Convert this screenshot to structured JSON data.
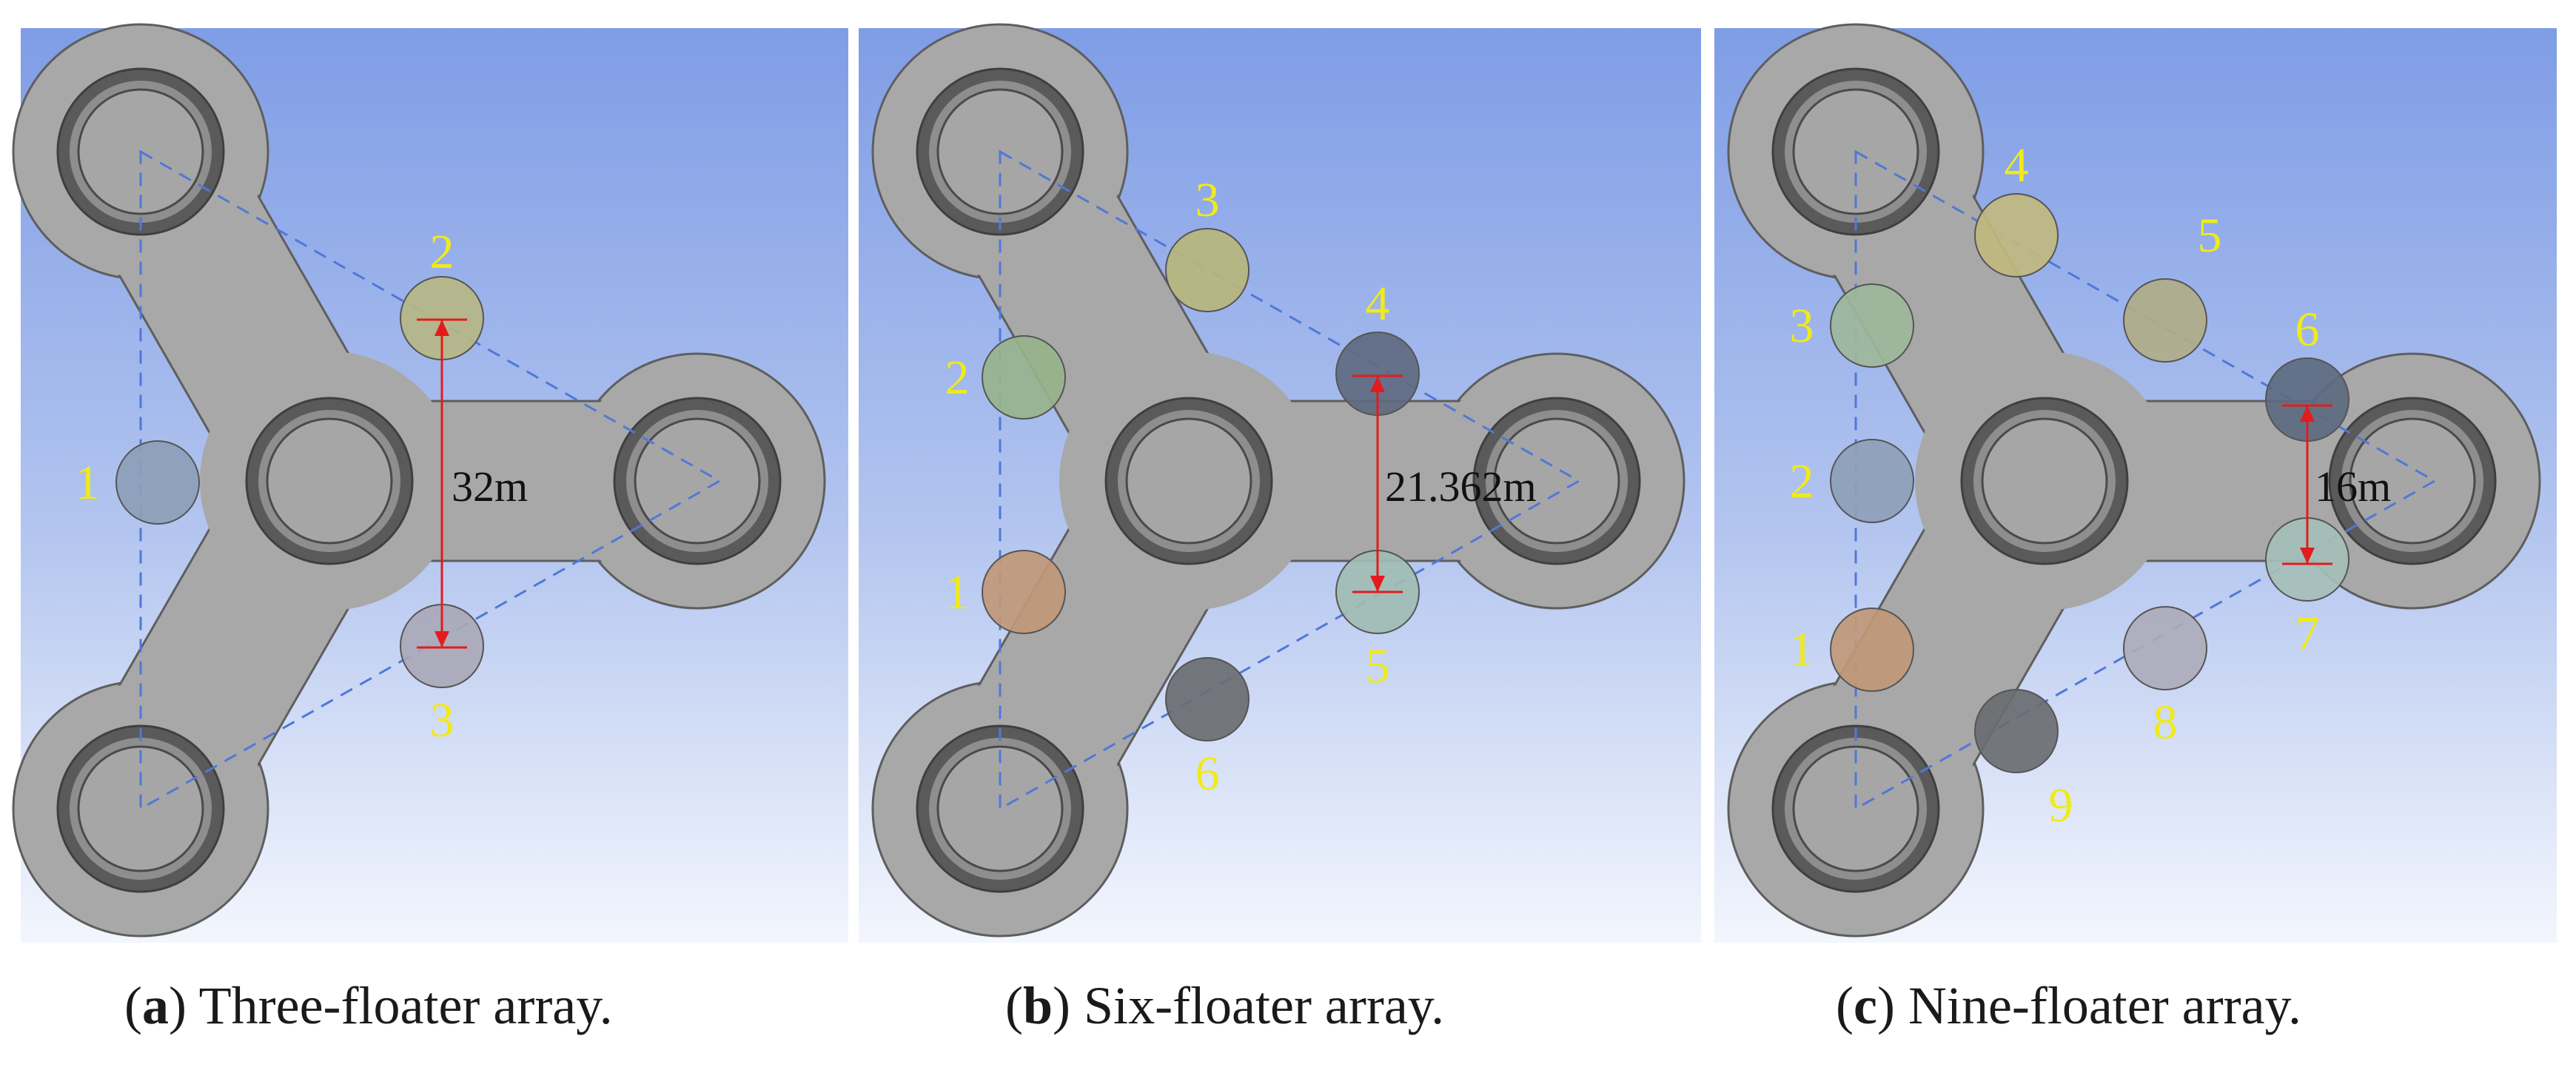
{
  "panels": [
    {
      "id": "a",
      "caption_letter": "a",
      "caption_text": "Three-floater array.",
      "floaters": [
        {
          "label": "1",
          "color": "#8c9fb8"
        },
        {
          "label": "2",
          "color": "#b6b684"
        },
        {
          "label": "3",
          "color": "#a9a8b8"
        }
      ],
      "dimension_label": "32m"
    },
    {
      "id": "b",
      "caption_letter": "b",
      "caption_text": "Six-floater array.",
      "floaters": [
        {
          "label": "1",
          "color": "#c09878"
        },
        {
          "label": "2",
          "color": "#97b38c"
        },
        {
          "label": "3",
          "color": "#b8b67c"
        },
        {
          "label": "4",
          "color": "#5e6a80"
        },
        {
          "label": "5",
          "color": "#a1bcb3"
        },
        {
          "label": "6",
          "color": "#6a6c70"
        }
      ],
      "dimension_label": "21.362m"
    },
    {
      "id": "c",
      "caption_letter": "c",
      "caption_text": "Nine-floater array.",
      "floaters": [
        {
          "label": "1",
          "color": "#c09878"
        },
        {
          "label": "2",
          "color": "#8ea0b8"
        },
        {
          "label": "3",
          "color": "#9db79a"
        },
        {
          "label": "4",
          "color": "#c0b97e"
        },
        {
          "label": "5",
          "color": "#b0ad88"
        },
        {
          "label": "6",
          "color": "#5d6a80"
        },
        {
          "label": "7",
          "color": "#a5bfb8"
        },
        {
          "label": "8",
          "color": "#acabbb"
        },
        {
          "label": "9",
          "color": "#6a6c70"
        }
      ],
      "dimension_label": "16m"
    }
  ],
  "colors": {
    "platform": "#a8a8a8",
    "platform_stroke": "#5e5e5e",
    "column_ring": "#5a5a5a",
    "dashed_triangle": "#4f78d8",
    "dimension_arrow": "#e21c1c",
    "floater_label": "#f0ea1a",
    "background_top": "#7f9de6",
    "background_bottom": "#f3f6fd"
  }
}
